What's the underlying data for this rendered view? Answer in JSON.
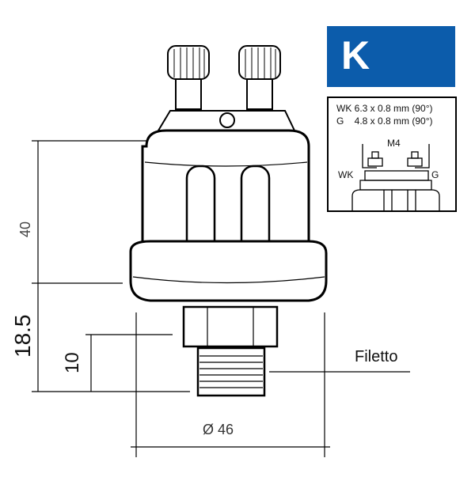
{
  "badge": {
    "letter": "K",
    "color": "#0c5cab"
  },
  "connector_spec": {
    "line1": "WK 6.3 x 0.8 mm (90°)",
    "line2": "G    4.8 x 0.8 mm (90°)",
    "screw": "M4",
    "left_terminal": "WK",
    "right_terminal": "G"
  },
  "dimensions": {
    "height_body": "40",
    "height_total": "18.5",
    "thread_length": "10",
    "diameter": "Ø 46",
    "thread_label": "Filetto"
  }
}
